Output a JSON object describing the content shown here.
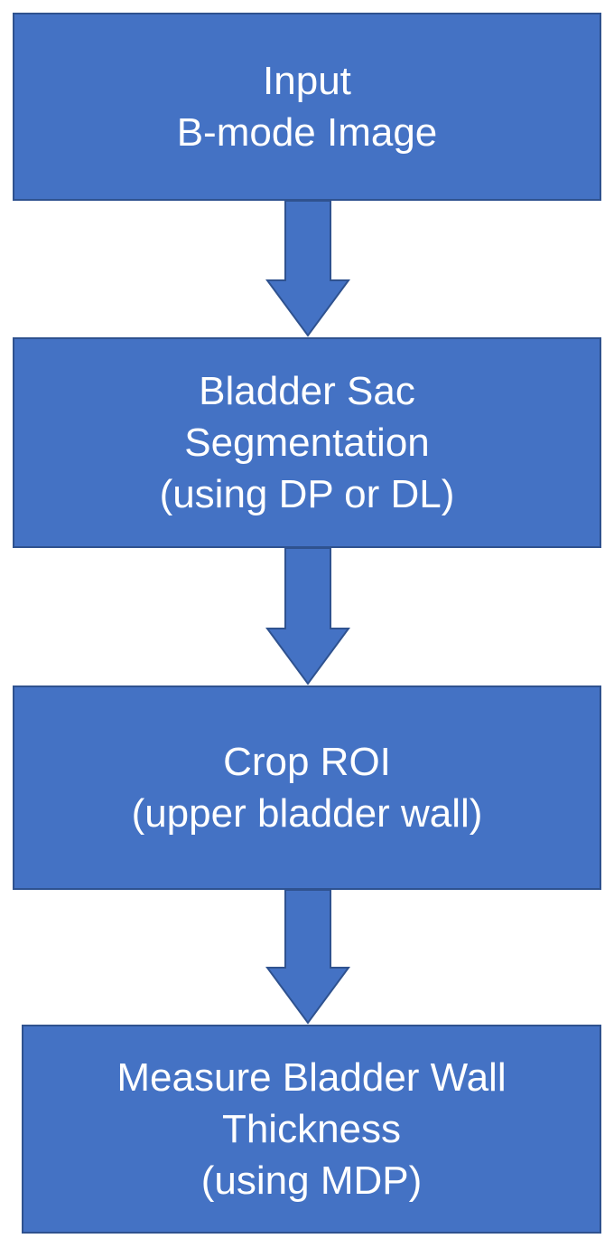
{
  "diagram": {
    "colors": {
      "box_fill": "#4472c4",
      "box_border": "#2f528f",
      "text": "#ffffff",
      "arrow_fill": "#4472c4",
      "arrow_border": "#2f528f"
    },
    "steps": [
      {
        "lines": [
          "Input",
          "B-mode Image"
        ]
      },
      {
        "lines": [
          "Bladder Sac",
          "Segmentation",
          "(using DP or DL)"
        ]
      },
      {
        "lines": [
          "Crop ROI",
          "(upper bladder wall)"
        ]
      },
      {
        "lines": [
          "Measure Bladder Wall",
          "Thickness",
          "(using MDP)"
        ]
      }
    ],
    "connections": [
      {
        "from": 0,
        "to": 1
      },
      {
        "from": 1,
        "to": 2
      },
      {
        "from": 2,
        "to": 3
      }
    ]
  }
}
